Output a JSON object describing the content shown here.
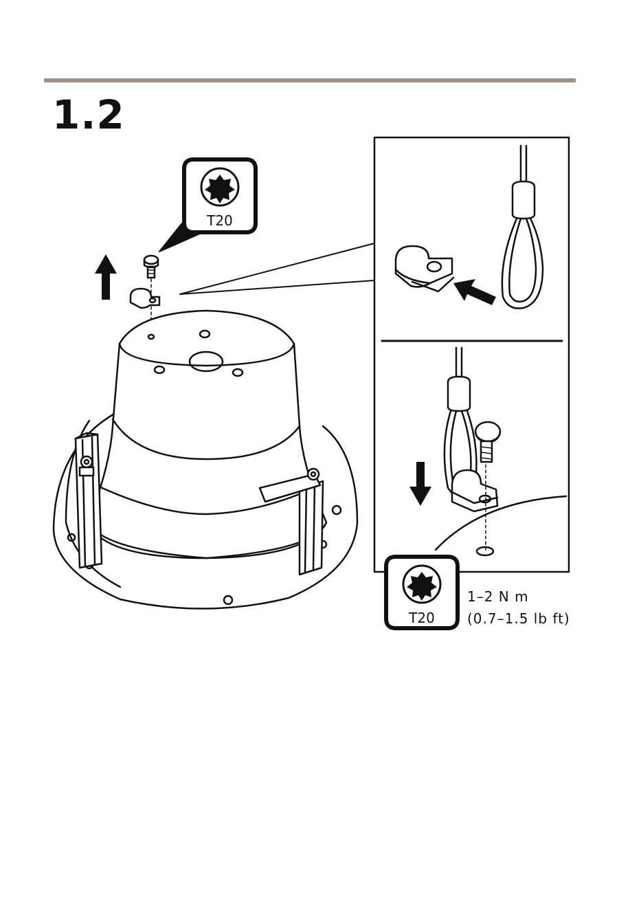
{
  "step": {
    "number": "1.2"
  },
  "tools": {
    "top_bit": "T20",
    "bottom_bit": "T20"
  },
  "torque": {
    "metric": "1–2 N m",
    "imperial": "(0.7–1.5 lb ft)"
  },
  "colors": {
    "rule": "#a39287",
    "line": "#111111"
  },
  "icons": {
    "bit": "torx-bit-icon",
    "remove_direction": "arrow-up-icon",
    "install_direction": "arrow-down-icon",
    "push_direction": "arrow-diagonal-icon"
  }
}
